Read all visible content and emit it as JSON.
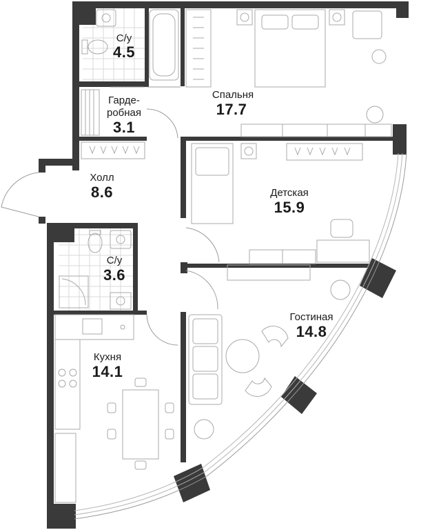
{
  "rooms": [
    {
      "id": "bathroom-1",
      "name": "С/у",
      "area": "4.5"
    },
    {
      "id": "wardrobe",
      "name_line1": "Гарде-",
      "name_line2": "робная",
      "area": "3.1"
    },
    {
      "id": "bedroom",
      "name": "Спальня",
      "area": "17.7"
    },
    {
      "id": "hall",
      "name": "Холл",
      "area": "8.6"
    },
    {
      "id": "kids-room",
      "name": "Детская",
      "area": "15.9"
    },
    {
      "id": "bathroom-2",
      "name": "С/у",
      "area": "3.6"
    },
    {
      "id": "living-room",
      "name": "Гостиная",
      "area": "14.8"
    },
    {
      "id": "kitchen",
      "name": "Кухня",
      "area": "14.1"
    }
  ]
}
